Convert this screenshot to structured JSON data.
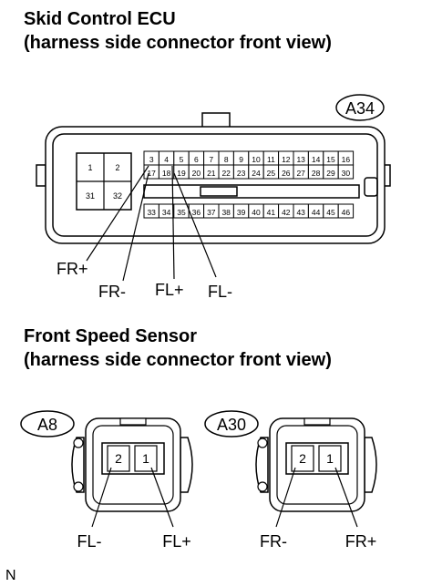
{
  "section_ecu": {
    "title": "Skid Control ECU",
    "subtitle": "(harness side connector front view)",
    "connector_code": "A34",
    "left_pins": [
      "1",
      "2",
      "31",
      "32"
    ],
    "row1": [
      "3",
      "4",
      "5",
      "6",
      "7",
      "8",
      "9",
      "10",
      "11",
      "12",
      "13",
      "14",
      "15",
      "16"
    ],
    "row2": [
      "17",
      "18",
      "19",
      "20",
      "21",
      "22",
      "23",
      "24",
      "25",
      "26",
      "27",
      "28",
      "29",
      "30"
    ],
    "row3": [
      "33",
      "34",
      "35",
      "36",
      "37",
      "38",
      "39",
      "40",
      "41",
      "42",
      "43",
      "44",
      "45",
      "46"
    ],
    "callouts": [
      "FR+",
      "FR-",
      "FL+",
      "FL-"
    ]
  },
  "section_sensor": {
    "title": "Front Speed Sensor",
    "subtitle": "(harness side connector front view)",
    "connectors": [
      {
        "code": "A8",
        "pins": [
          "2",
          "1"
        ],
        "callouts": [
          "FL-",
          "FL+"
        ]
      },
      {
        "code": "A30",
        "pins": [
          "2",
          "1"
        ],
        "callouts": [
          "FR-",
          "FR+"
        ]
      }
    ]
  },
  "footer_mark": "N"
}
